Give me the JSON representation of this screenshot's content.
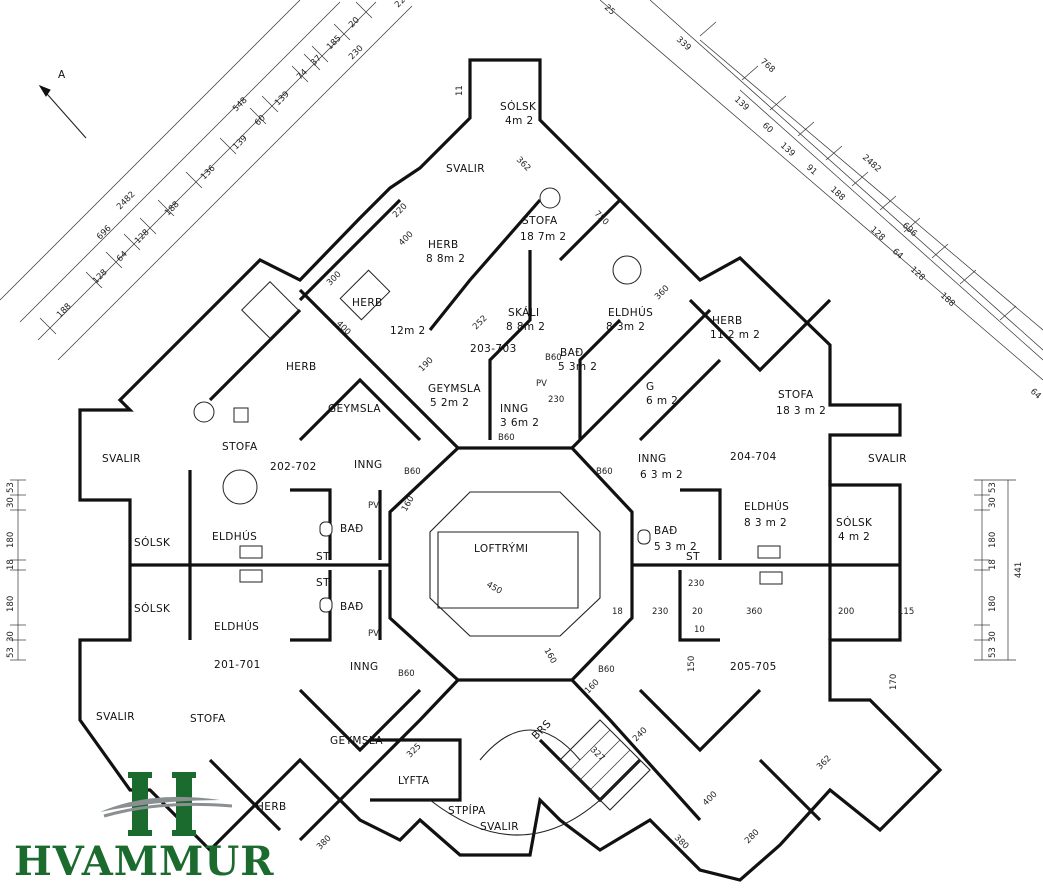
{
  "north_label": "A",
  "dimensions": {
    "top_left_outer": "2482",
    "top_left_inner": [
      "696",
      "188",
      "128",
      "64",
      "128",
      "188",
      "136",
      "139",
      "60",
      "139",
      "74",
      "37",
      "185",
      "20",
      "548",
      "230",
      "22"
    ],
    "top_right_outer": "2482",
    "top_right_inner": [
      "25",
      "339",
      "768",
      "139",
      "60",
      "139",
      "91",
      "188",
      "128",
      "64",
      "128",
      "188",
      "696"
    ],
    "right_edge_cut": "64",
    "left_side": [
      "53",
      "30",
      "180",
      "18",
      "180",
      "30",
      "53"
    ],
    "right_side": [
      "53",
      "30",
      "180",
      "18",
      "180",
      "30",
      "53"
    ],
    "right_side_total": "441"
  },
  "units": {
    "203-703": "203-703",
    "202-702": "202-702",
    "204-704": "204-704",
    "201-701": "201-701",
    "205-705": "205-705"
  },
  "rooms": {
    "solsk_top": "SÓLSK",
    "solsk_top_area": "4m 2",
    "svalir_top": "SVALIR",
    "stofa_top": "STOFA",
    "stofa_top_area": "18 7m 2",
    "herb_top": "HERB",
    "herb_top_area": "8 8m 2",
    "herb_tl": "HERB",
    "herb_tl_area": "12m 2",
    "skali": "SKÁLI",
    "skali_area": "8 8m 2",
    "eldhus_top": "ELDHÚS",
    "eldhus_top_area": "8 3m 2",
    "bad_top": "BAÐ",
    "bad_top_area": "5 3m 2",
    "geymsla_top": "GEYMSLA",
    "geymsla_top_area": "5 2m 2",
    "inng_top": "INNG",
    "inng_top_area": "3 6m 2",
    "herb_left": "HERB",
    "geymsla_left": "GEYMSLA",
    "stofa_left": "STOFA",
    "inng_left": "INNG",
    "svalir_left": "SVALIR",
    "solsk_left1": "SÓLSK",
    "solsk_left2": "SÓLSK",
    "eldhus_left1": "ELDHÚS",
    "eldhus_left2": "ELDHÚS",
    "bad_left1": "BAÐ",
    "bad_left2": "BAÐ",
    "st1": "ST",
    "st2": "ST",
    "pv1": "PV",
    "pv2": "PV",
    "pv3": "PV",
    "herb_right": "HERB",
    "herb_right_area": "11 2 m 2",
    "stofa_right": "STOFA",
    "stofa_right_area": "18 3 m 2",
    "g_right": "G",
    "g_right_area": "6 m 2",
    "inng_right": "INNG",
    "inng_right_area": "6 3 m 2",
    "svalir_right": "SVALIR",
    "eldhus_right": "ELDHÚS",
    "eldhus_right_area": "8 3 m 2",
    "solsk_right": "SÓLSK",
    "solsk_right_area": "4 m 2",
    "bad_right": "BAÐ",
    "bad_right_area": "5 3 m 2",
    "st_right": "ST",
    "loftrymi": "LOFTRÝMI",
    "loftrymi_dim": "450",
    "stofa_bl": "STOFA",
    "inng_bl": "INNG",
    "geymsla_bl": "GEYMSLA",
    "herb_bl": "HERB",
    "svalir_bl": "SVALIR",
    "lyfta": "LYFTA",
    "stpipa": "STPÍPA",
    "svalir_bottom": "SVALIR",
    "brs": "BRS"
  },
  "labels": {
    "b60_a": "B60",
    "b60_b": "B60",
    "b60_c": "B60",
    "b60_d": "B60",
    "b60_e": "B60",
    "b60_f": "B60",
    "d_160a": "160",
    "d_160b": "160",
    "d_160c": "160",
    "d_18": "18",
    "d_230a": "230",
    "d_230b": "230",
    "d_230c": "230",
    "d_20": "20",
    "d_10": "10",
    "d_360a": "360",
    "d_360b": "360",
    "d_200": "200",
    "d_115": "115",
    "d_170": "170",
    "d_362a": "362",
    "d_362b": "362",
    "d_150": "150",
    "d_240": "240",
    "d_400a": "400",
    "d_400b": "400",
    "d_400c": "400",
    "d_280": "280",
    "d_380a": "380",
    "d_380b": "380",
    "d_325": "325",
    "d_327": "327",
    "d_300": "300",
    "d_220": "220",
    "d_252": "252",
    "d_190": "190",
    "d_750": "750",
    "d_11": "11"
  },
  "logo": {
    "text": "HVAMMUR",
    "color": "#1b6b2e",
    "swoosh_color": "#8a8f92"
  }
}
